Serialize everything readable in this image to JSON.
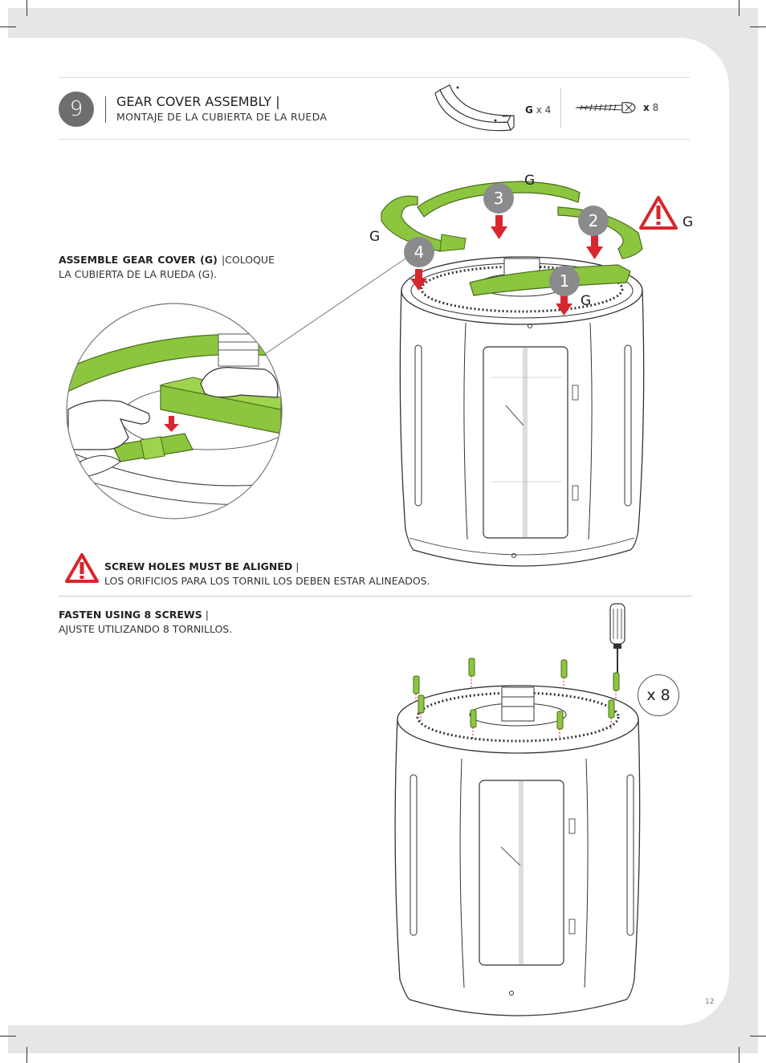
{
  "step": {
    "number": "9",
    "title": "GEAR COVER ASSEMBLY",
    "title_separator": "|",
    "subtitle": "MONTAJE DE LA CUBIERTA DE LA RUEDA"
  },
  "parts": {
    "gear_cover": {
      "letter": "G",
      "qty": "x 4"
    },
    "screws": {
      "prefix": "x",
      "qty": "8"
    }
  },
  "instructions": {
    "assemble_bold": "ASSEMBLE GEAR COVER (G)",
    "assemble_rest": "|COLOQUE LA CUBIERTA DE LA RUEDA (G).",
    "warning_bold": "SCREW HOLES MUST BE ALIGNED",
    "warning_sep": "|",
    "warning_rest": "LOS ORIFICIOS PARA LOS TORNIL LOS DEBEN ESTAR ALINEADOS.",
    "fasten_bold": "FASTEN USING 8 SCREWS",
    "fasten_sep": "|",
    "fasten_rest": "AJUSTE UTILIZANDO 8 TORNILLOS."
  },
  "diagram": {
    "order_numbers": [
      "1",
      "2",
      "3",
      "4"
    ],
    "part_label": "G",
    "multiplier": "x 8"
  },
  "colors": {
    "accent_green": "#8cc63f",
    "arrow_red": "#d7262e",
    "badge_gray": "#8a8b8d"
  },
  "page_number": "12"
}
